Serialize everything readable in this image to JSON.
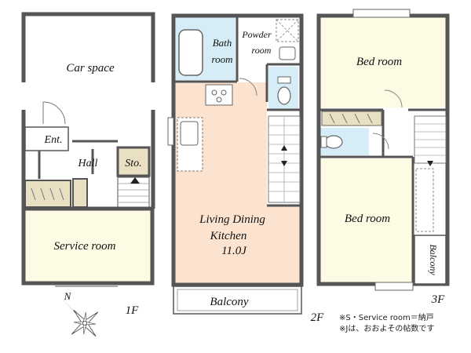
{
  "floors": {
    "f1": {
      "label": "1F",
      "rooms": {
        "car_space": "Car space",
        "entrance": "Ent.",
        "hall": "Hall",
        "storage": "Sto.",
        "service_room": "Service room"
      }
    },
    "f2": {
      "label": "2F",
      "rooms": {
        "bath_line1": "Bath",
        "bath_line2": "room",
        "powder_line1": "Powder",
        "powder_line2": "room",
        "ldk_line1": "Living Dining",
        "ldk_line2": "Kitchen",
        "ldk_size": "11.0J",
        "balcony": "Balcony"
      }
    },
    "f3": {
      "label": "3F",
      "rooms": {
        "bedroom_top": "Bed room",
        "bedroom_bottom": "Bed room",
        "balcony": "Balcony"
      }
    }
  },
  "compass": {
    "label": "N"
  },
  "notes": {
    "line1": "※S・Service room＝納戸",
    "line2": "※Jは、おおよその帖数です"
  },
  "colors": {
    "wall": "#555555",
    "ldk_floor": "#fbe3d0",
    "bath_floor": "#d6ecf6",
    "storage_floor": "#e9e0c4",
    "room_floor": "#fdfbe4"
  }
}
